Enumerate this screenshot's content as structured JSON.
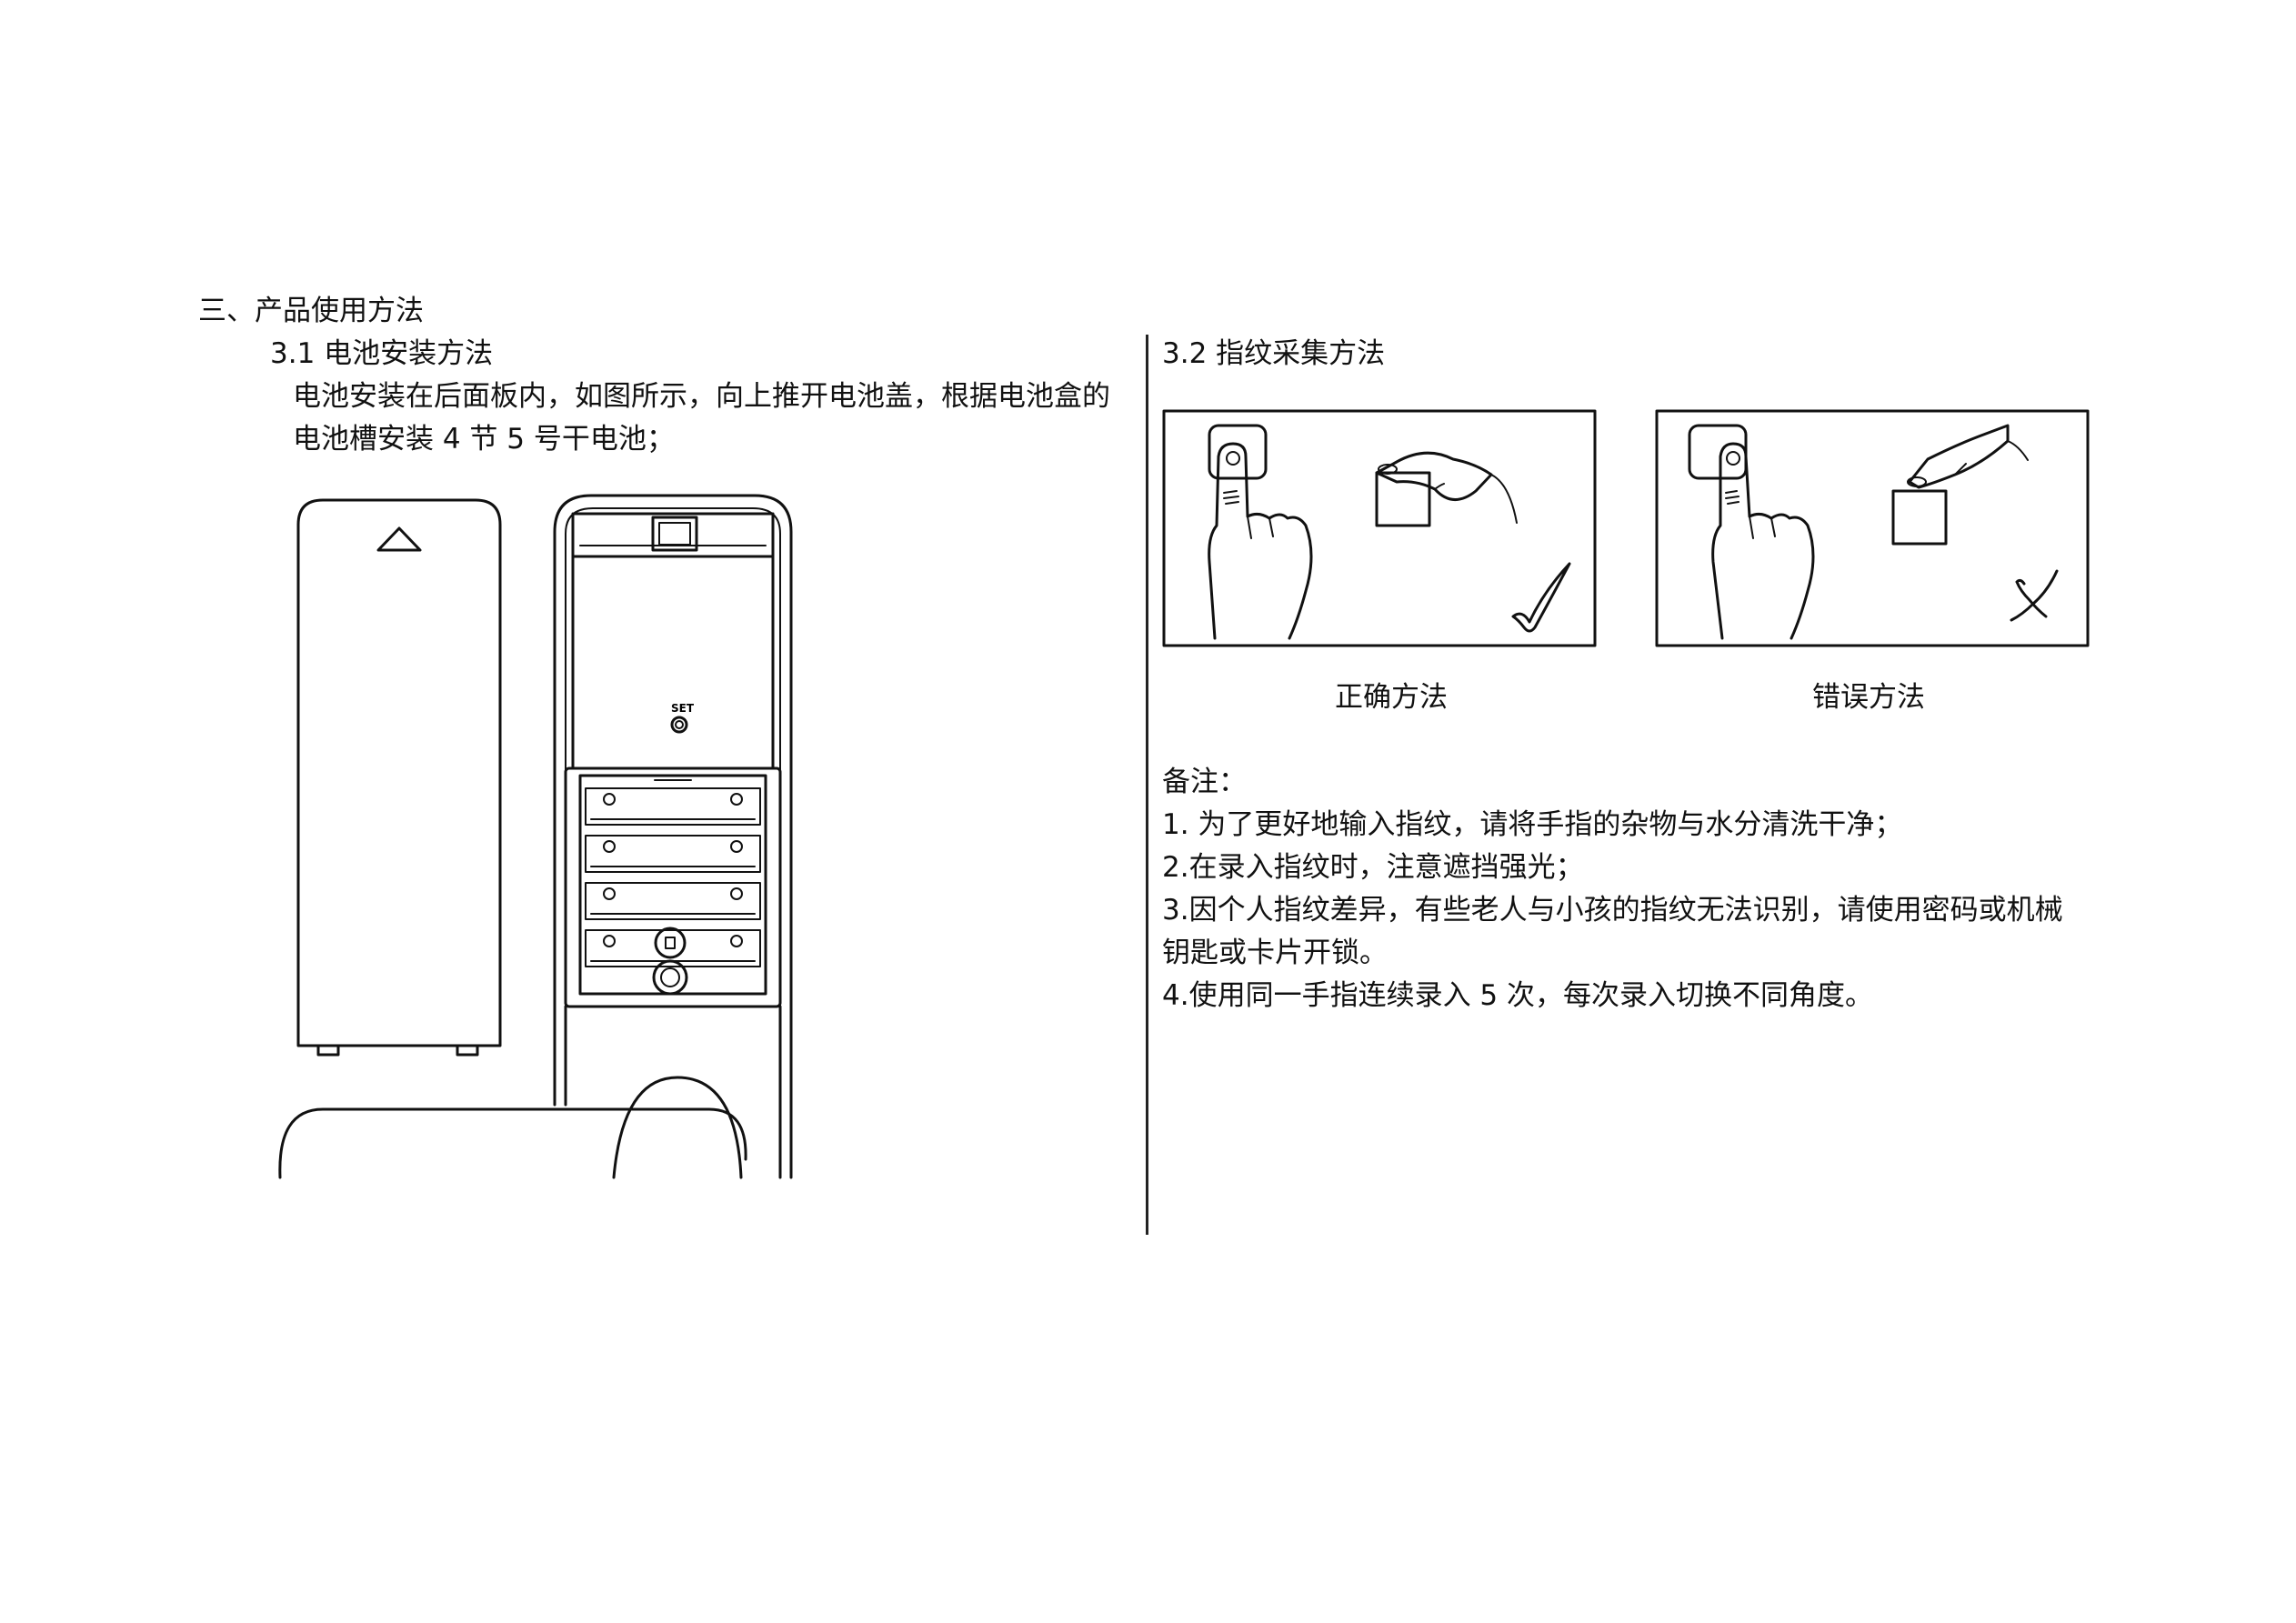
{
  "section": {
    "title": "三、产品使用方法",
    "battery": {
      "heading": "3.1  电池安装方法",
      "line1": "电池安装在后面板内，如图所示，向上推开电池盖，根据电池盒的",
      "line2": "电池槽安装 4 节 5 号干电池；",
      "set_label": "SET"
    },
    "fingerprint": {
      "heading": "3.2 指纹采集方法",
      "correct_label": "正确方法",
      "wrong_label": "错误方法"
    },
    "notes": {
      "heading": "备注：",
      "items": [
        "1.  为了更好地输入指纹，请将手指的杂物与水分清洗干净；",
        "2.在录入指纹时，注意遮挡强光；",
        "3.因个人指纹差异，有些老人与小孩的指纹无法识别，请使用密码或机械",
        "钥匙或卡片开锁。",
        "4.使用同一手指连续录入 5 次，每次录入切换不同角度。"
      ]
    }
  },
  "colors": {
    "ink": "#111111",
    "background": "#ffffff"
  },
  "icons": [
    "check-mark-icon",
    "cross-mark-icon",
    "arrow-up-icon"
  ]
}
